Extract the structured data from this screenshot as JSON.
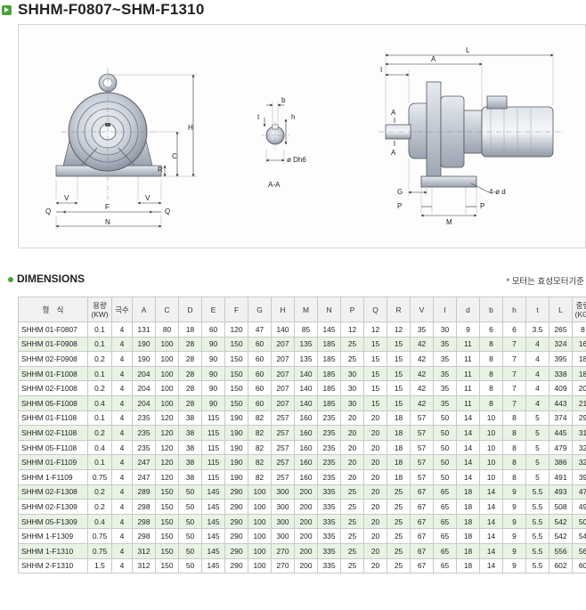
{
  "header": {
    "title": "SHHM-F0807~SHM-F1310"
  },
  "drawing": {
    "front": {
      "labels": {
        "H": "H",
        "C": "C",
        "R": "R",
        "V": "V",
        "F": "F",
        "Q": "Q",
        "N": "N"
      }
    },
    "shaft": {
      "labels": {
        "b": "b",
        "h": "h",
        "t": "t",
        "dh": "ø Dh6",
        "section": "A-A"
      }
    },
    "side": {
      "labels": {
        "L": "L",
        "A": "A",
        "I": "I",
        "G": "G",
        "P": "P",
        "M": "M",
        "holes": "4-ø d"
      }
    }
  },
  "dimensions": {
    "title": "DIMENSIONS",
    "note": "* 모터는 효성모터기준",
    "columns": [
      "형　식",
      "용량\n(KW)",
      "극수",
      "A",
      "C",
      "D",
      "E",
      "F",
      "G",
      "H",
      "M",
      "N",
      "P",
      "Q",
      "R",
      "V",
      "I",
      "d",
      "b",
      "h",
      "t",
      "L",
      "중량\n(KG)"
    ],
    "rows": [
      [
        "SHHM 01-F0807",
        "0.1",
        "4",
        "131",
        "80",
        "18",
        "60",
        "120",
        "47",
        "140",
        "85",
        "145",
        "12",
        "12",
        "12",
        "35",
        "30",
        "9",
        "6",
        "6",
        "3.5",
        "265",
        "8"
      ],
      [
        "SHHM 01-F0908",
        "0.1",
        "4",
        "190",
        "100",
        "28",
        "90",
        "150",
        "60",
        "207",
        "135",
        "185",
        "25",
        "15",
        "15",
        "42",
        "35",
        "11",
        "8",
        "7",
        "4",
        "324",
        "16"
      ],
      [
        "SHHM 02-F0908",
        "0.2",
        "4",
        "190",
        "100",
        "28",
        "90",
        "150",
        "60",
        "207",
        "135",
        "185",
        "25",
        "15",
        "15",
        "42",
        "35",
        "11",
        "8",
        "7",
        "4",
        "395",
        "18"
      ],
      [
        "SHHM 01-F1008",
        "0.1",
        "4",
        "204",
        "100",
        "28",
        "90",
        "150",
        "60",
        "207",
        "140",
        "185",
        "30",
        "15",
        "15",
        "42",
        "35",
        "11",
        "8",
        "7",
        "4",
        "338",
        "18"
      ],
      [
        "SHHM 02-F1008",
        "0.2",
        "4",
        "204",
        "100",
        "28",
        "90",
        "150",
        "60",
        "207",
        "140",
        "185",
        "30",
        "15",
        "15",
        "42",
        "35",
        "11",
        "8",
        "7",
        "4",
        "409",
        "20"
      ],
      [
        "SHHM 05-F1008",
        "0.4",
        "4",
        "204",
        "100",
        "28",
        "90",
        "150",
        "60",
        "207",
        "140",
        "185",
        "30",
        "15",
        "15",
        "42",
        "35",
        "11",
        "8",
        "7",
        "4",
        "443",
        "21"
      ],
      [
        "SHHM 01-F1108",
        "0.1",
        "4",
        "235",
        "120",
        "38",
        "115",
        "190",
        "82",
        "257",
        "160",
        "235",
        "20",
        "20",
        "18",
        "57",
        "50",
        "14",
        "10",
        "8",
        "5",
        "374",
        "29"
      ],
      [
        "SHHM 02-F1108",
        "0.2",
        "4",
        "235",
        "120",
        "38",
        "115",
        "190",
        "82",
        "257",
        "160",
        "235",
        "20",
        "20",
        "18",
        "57",
        "50",
        "14",
        "10",
        "8",
        "5",
        "445",
        "31"
      ],
      [
        "SHHM 05-F1108",
        "0.4",
        "4",
        "235",
        "120",
        "38",
        "115",
        "190",
        "82",
        "257",
        "160",
        "235",
        "20",
        "20",
        "18",
        "57",
        "50",
        "14",
        "10",
        "8",
        "5",
        "479",
        "32"
      ],
      [
        "SHHM 01-F1109",
        "0.1",
        "4",
        "247",
        "120",
        "38",
        "115",
        "190",
        "82",
        "257",
        "160",
        "235",
        "20",
        "20",
        "18",
        "57",
        "50",
        "14",
        "10",
        "8",
        "5",
        "386",
        "32"
      ],
      [
        "SHHM  1-F1109",
        "0.75",
        "4",
        "247",
        "120",
        "38",
        "115",
        "190",
        "82",
        "257",
        "160",
        "235",
        "20",
        "20",
        "18",
        "57",
        "50",
        "14",
        "10",
        "8",
        "5",
        "491",
        "39"
      ],
      [
        "SHHM 02-F1308",
        "0.2",
        "4",
        "289",
        "150",
        "50",
        "145",
        "290",
        "100",
        "300",
        "200",
        "335",
        "25",
        "20",
        "25",
        "67",
        "65",
        "18",
        "14",
        "9",
        "5.5",
        "493",
        "47"
      ],
      [
        "SHHM 02-F1309",
        "0.2",
        "4",
        "298",
        "150",
        "50",
        "145",
        "290",
        "100",
        "300",
        "200",
        "335",
        "25",
        "20",
        "25",
        "67",
        "65",
        "18",
        "14",
        "9",
        "5.5",
        "508",
        "49"
      ],
      [
        "SHHM 05-F1309",
        "0.4",
        "4",
        "298",
        "150",
        "50",
        "145",
        "290",
        "100",
        "300",
        "200",
        "335",
        "25",
        "20",
        "25",
        "67",
        "65",
        "18",
        "14",
        "9",
        "5.5",
        "542",
        "50"
      ],
      [
        "SHHM  1-F1309",
        "0.75",
        "4",
        "298",
        "150",
        "50",
        "145",
        "290",
        "100",
        "300",
        "200",
        "335",
        "25",
        "20",
        "25",
        "67",
        "65",
        "18",
        "14",
        "9",
        "5.5",
        "542",
        "54"
      ],
      [
        "SHHM  1-F1310",
        "0.75",
        "4",
        "312",
        "150",
        "50",
        "145",
        "290",
        "100",
        "270",
        "200",
        "335",
        "25",
        "20",
        "25",
        "67",
        "65",
        "18",
        "14",
        "9",
        "5.5",
        "556",
        "56"
      ],
      [
        "SHHM  2-F1310",
        "1.5",
        "4",
        "312",
        "150",
        "50",
        "145",
        "290",
        "100",
        "270",
        "200",
        "335",
        "25",
        "20",
        "25",
        "67",
        "65",
        "18",
        "14",
        "9",
        "5.5",
        "602",
        "60"
      ]
    ]
  },
  "colors": {
    "accent": "#4aa33a",
    "row_alt": "#e9f3e4",
    "header_bg": "#f1f1f1",
    "border": "#c9c9c9"
  }
}
